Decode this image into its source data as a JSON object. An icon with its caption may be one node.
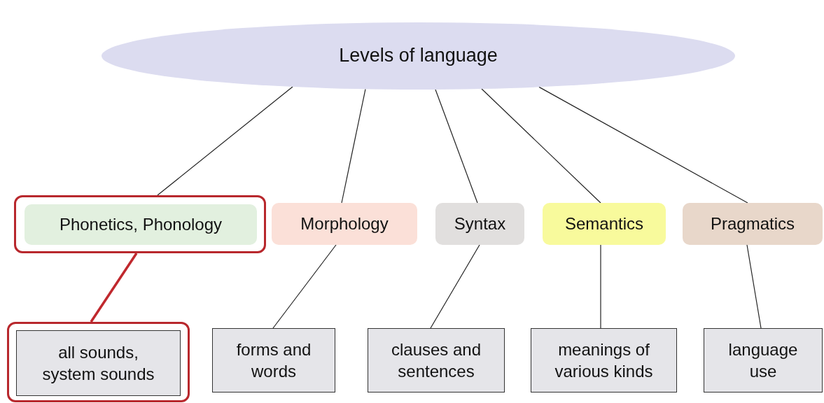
{
  "diagram": {
    "nodes": [
      {
        "text": [
          "Levels of language"
        ]
      },
      {
        "text": [],
        "shape": "box"
      },
      {
        "text": [
          "Phonetics, Phonology"
        ],
        "in": 1
      },
      {
        "text": [
          "Morphology"
        ]
      },
      {
        "text": [
          "Syntax"
        ]
      },
      {
        "text": [
          "Semantics"
        ]
      },
      {
        "text": [
          "Pragmatics"
        ]
      },
      {
        "text": [],
        "shape": "box"
      },
      {
        "text": [
          "all sounds, system sounds"
        ],
        "in": 7
      },
      {
        "text": [
          "forms and words"
        ]
      },
      {
        "text": [
          "clauses and sentences"
        ]
      },
      {
        "text": [
          "meanings of various kinds"
        ]
      },
      {
        "text": [
          "language use"
        ]
      }
    ],
    "edges": [
      {
        "from": 0,
        "to": 1,
        "arrow": "none"
      },
      {
        "from": 0,
        "to": 3,
        "arrow": "none"
      },
      {
        "from": 0,
        "to": 4,
        "arrow": "none"
      },
      {
        "from": 0,
        "to": 5,
        "arrow": "none"
      },
      {
        "from": 0,
        "to": 6,
        "arrow": "none"
      },
      {
        "from": 1,
        "to": 7,
        "arrow": "none",
        "style": "thick",
        "color": "#c0282d"
      },
      {
        "from": 3,
        "to": 9,
        "arrow": "none"
      },
      {
        "from": 4,
        "to": 10,
        "arrow": "none"
      },
      {
        "from": 5,
        "to": 11,
        "arrow": "none"
      },
      {
        "from": 6,
        "to": 12,
        "arrow": "none"
      }
    ]
  }
}
